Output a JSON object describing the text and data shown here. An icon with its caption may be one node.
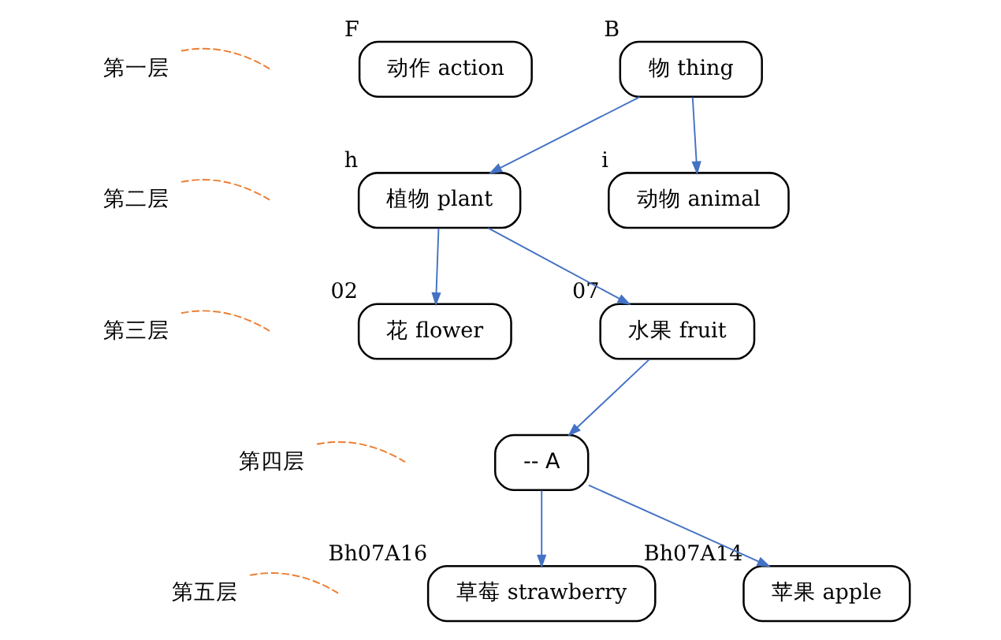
{
  "diagram": {
    "nodes": [
      {
        "text": [
          "第一层"
        ]
      },
      {
        "text": [
          "动作 action"
        ],
        "beside": [
          "F"
        ]
      },
      {
        "text": [
          "物 thing"
        ],
        "beside": [
          "B"
        ]
      },
      {
        "text": [
          "第二层"
        ]
      },
      {
        "text": [
          "植物 plant"
        ],
        "beside": [
          "h"
        ]
      },
      {
        "text": [
          "动物 animal"
        ],
        "beside": [
          "i"
        ]
      },
      {
        "text": [
          "第三层"
        ]
      },
      {
        "text": [
          "花 flower"
        ],
        "beside": [
          "02"
        ]
      },
      {
        "text": [
          "水果 fruit"
        ],
        "beside": [
          "07"
        ]
      },
      {
        "text": [
          "第四层"
        ]
      },
      {
        "text": [
          "-- A"
        ]
      },
      {
        "text": [
          "第五层"
        ]
      },
      {
        "text": [
          "草莓 strawberry"
        ],
        "beside": [
          "Bh07A16"
        ]
      },
      {
        "text": [
          "苹果 apple"
        ],
        "beside": [
          "Bh07A14"
        ]
      }
    ],
    "edges": [
      {
        "from": 2,
        "to": 4,
        "arrow": "to"
      },
      {
        "from": 2,
        "to": 5,
        "arrow": "to"
      },
      {
        "from": 4,
        "to": 7,
        "arrow": "to"
      },
      {
        "from": 4,
        "to": 8,
        "arrow": "to"
      },
      {
        "from": 8,
        "to": 10,
        "arrow": "to"
      },
      {
        "from": 10,
        "to": 12,
        "arrow": "to"
      },
      {
        "from": 10,
        "to": 13,
        "arrow": "to"
      },
      {
        "from": 0,
        "to": null,
        "arrow": "none",
        "style": "dashed",
        "color": "#ed7d31"
      },
      {
        "from": 3,
        "to": null,
        "arrow": "none",
        "style": "dashed",
        "color": "#ed7d31"
      },
      {
        "from": 6,
        "to": null,
        "arrow": "none",
        "style": "dashed",
        "color": "#ed7d31"
      },
      {
        "from": 9,
        "to": null,
        "arrow": "none",
        "style": "dashed",
        "color": "#ed7d31"
      },
      {
        "from": 11,
        "to": null,
        "arrow": "none",
        "style": "dashed",
        "color": "#ed7d31"
      }
    ]
  }
}
